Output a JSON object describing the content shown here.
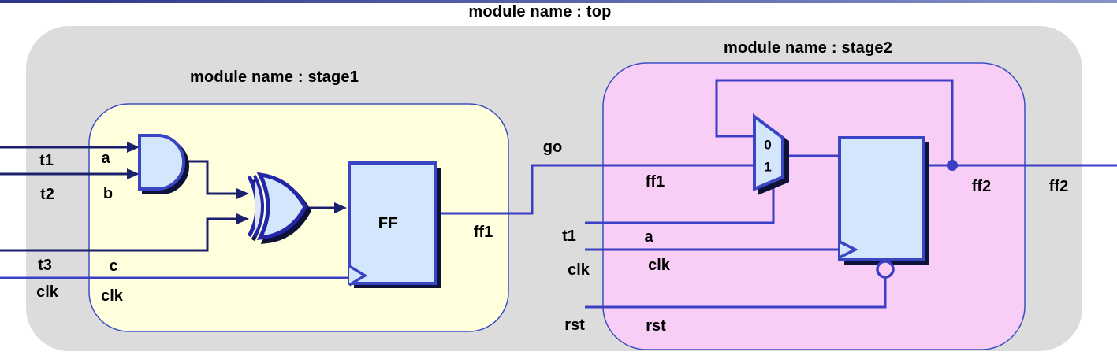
{
  "top": {
    "title": "module name : top",
    "ports": {
      "t1": "t1",
      "t2": "t2",
      "t3": "t3",
      "clk": "clk"
    },
    "net_go": "go",
    "net_ff2": "ff2"
  },
  "stage1": {
    "title": "module name : stage1",
    "pins": {
      "a": "a",
      "b": "b",
      "c": "c",
      "clk": "clk",
      "ff1": "ff1"
    },
    "ff_label": "FF"
  },
  "stage2": {
    "title": "module name : stage2",
    "outer_ports": {
      "t1": "t1",
      "clk": "clk",
      "rst": "rst"
    },
    "pins": {
      "ff1": "ff1",
      "a": "a",
      "clk": "clk",
      "rst": "rst",
      "ff2": "ff2"
    },
    "mux": {
      "in0": "0",
      "in1": "1"
    }
  },
  "colors": {
    "top_module_fill": "#dcdcdc",
    "stage1_fill": "#ffffdd",
    "stage2_fill": "#f8cdf6",
    "box_border": "#3c4ec0",
    "gate_fill": "#d4e6fb",
    "gate_border": "#3a45c4",
    "gate_shadow": "#0e1238",
    "wire_bright": "#3b3fc4",
    "wire_dark": "#1a1f6e",
    "topbar_left": "#2e3488",
    "topbar_right": "#8892c8",
    "text": "#000000"
  }
}
